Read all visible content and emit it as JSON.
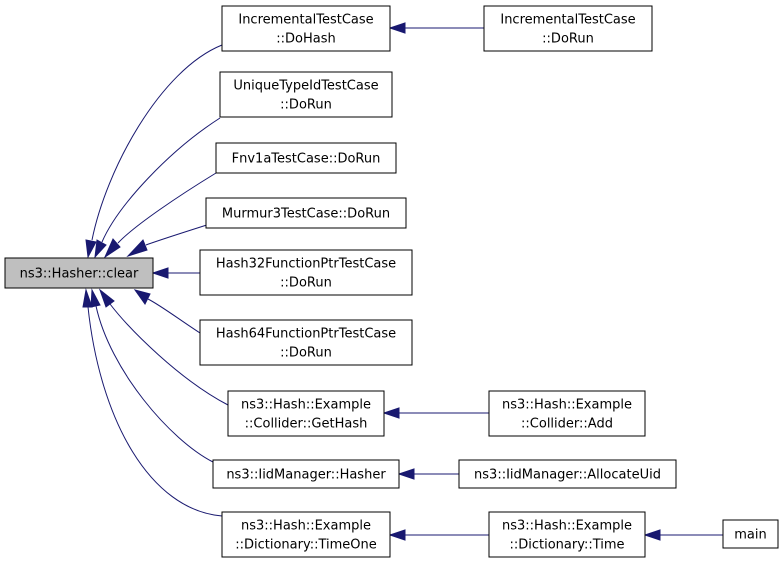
{
  "colors": {
    "edge": "#191970",
    "focus_fill": "#bfbfbf",
    "node_fill": "#ffffff",
    "node_border": "#000000"
  },
  "nodes": [
    {
      "id": "clear",
      "lines": [
        "ns3::Hasher::clear"
      ],
      "focus": true
    },
    {
      "id": "ith_hash",
      "lines": [
        "IncrementalTestCase",
        "::DoHash"
      ]
    },
    {
      "id": "ith_run",
      "lines": [
        "IncrementalTestCase",
        "::DoRun"
      ]
    },
    {
      "id": "unique",
      "lines": [
        "UniqueTypeIdTestCase",
        "::DoRun"
      ]
    },
    {
      "id": "fnv",
      "lines": [
        "Fnv1aTestCase::DoRun"
      ]
    },
    {
      "id": "murmur",
      "lines": [
        "Murmur3TestCase::DoRun"
      ]
    },
    {
      "id": "h32",
      "lines": [
        "Hash32FunctionPtrTestCase",
        "::DoRun"
      ]
    },
    {
      "id": "h64",
      "lines": [
        "Hash64FunctionPtrTestCase",
        "::DoRun"
      ]
    },
    {
      "id": "gethash",
      "lines": [
        "ns3::Hash::Example",
        "::Collider::GetHash"
      ]
    },
    {
      "id": "coladd",
      "lines": [
        "ns3::Hash::Example",
        "::Collider::Add"
      ]
    },
    {
      "id": "iidhasher",
      "lines": [
        "ns3::IidManager::Hasher"
      ]
    },
    {
      "id": "alloc",
      "lines": [
        "ns3::IidManager::AllocateUid"
      ]
    },
    {
      "id": "timeone",
      "lines": [
        "ns3::Hash::Example",
        "::Dictionary::TimeOne"
      ]
    },
    {
      "id": "time",
      "lines": [
        "ns3::Hash::Example",
        "::Dictionary::Time"
      ]
    },
    {
      "id": "main",
      "lines": [
        "main"
      ]
    }
  ],
  "edges": [
    {
      "from": "ith_hash",
      "to": "clear"
    },
    {
      "from": "unique",
      "to": "clear"
    },
    {
      "from": "fnv",
      "to": "clear"
    },
    {
      "from": "murmur",
      "to": "clear"
    },
    {
      "from": "h32",
      "to": "clear"
    },
    {
      "from": "h64",
      "to": "clear"
    },
    {
      "from": "gethash",
      "to": "clear"
    },
    {
      "from": "iidhasher",
      "to": "clear"
    },
    {
      "from": "timeone",
      "to": "clear"
    },
    {
      "from": "ith_run",
      "to": "ith_hash"
    },
    {
      "from": "coladd",
      "to": "gethash"
    },
    {
      "from": "alloc",
      "to": "iidhasher"
    },
    {
      "from": "time",
      "to": "timeone"
    },
    {
      "from": "main",
      "to": "time"
    }
  ]
}
